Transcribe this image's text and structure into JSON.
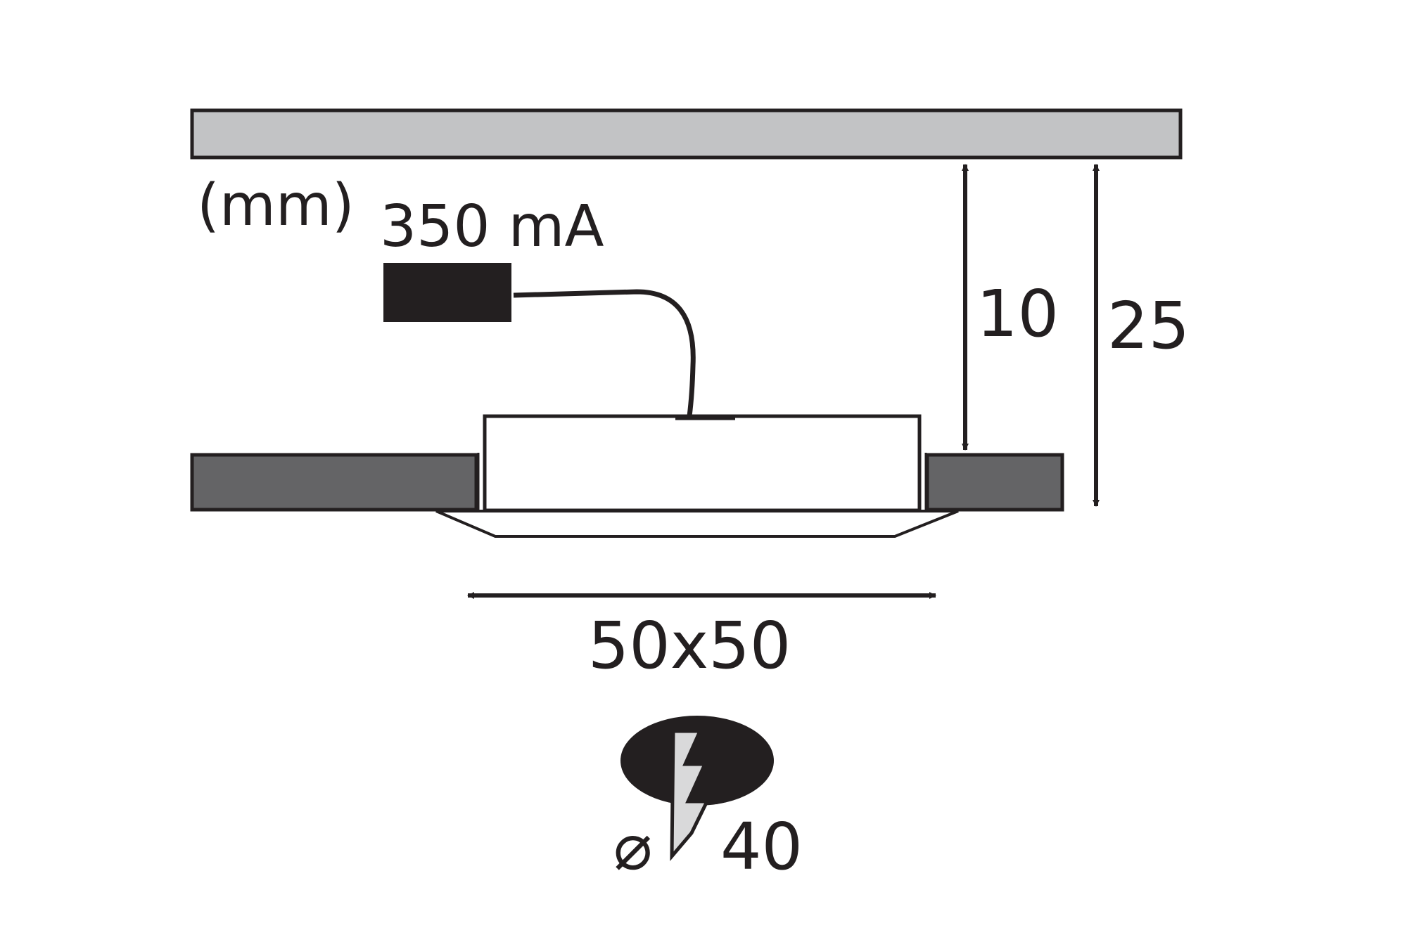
{
  "labels": {
    "unit": "(mm)",
    "current": "350 mA",
    "dim_recess": "10",
    "dim_total": "25",
    "dim_size": "50x50",
    "cutout": "40",
    "diameter_symbol": "⌀"
  },
  "colors": {
    "ceiling": "#c2c3c5",
    "panel": "#646466",
    "driver": "#231f20",
    "stroke": "#231f20",
    "bolt_fill": "#d9d9da",
    "background": "#ffffff"
  },
  "icons": {
    "bolt": "lightning-bolt-icon",
    "cutout": "cutout-ellipse-icon"
  }
}
